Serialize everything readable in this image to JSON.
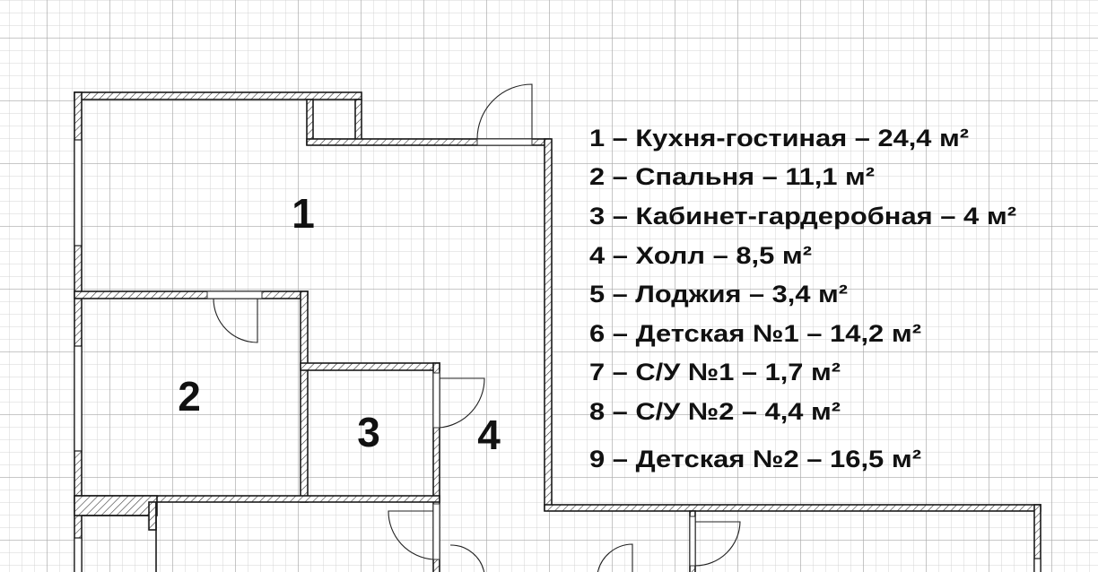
{
  "rooms": [
    {
      "number": "1",
      "label": "1 – Кухня-гостиная – 24,4 м²"
    },
    {
      "number": "2",
      "label": "2 – Спальня – 11,1 м²"
    },
    {
      "number": "3",
      "label": "3 – Кабинет-гардеробная – 4 м²"
    },
    {
      "number": "4",
      "label": "4 – Холл – 8,5 м²"
    },
    {
      "number": "5",
      "label": "5 – Лоджия – 3,4 м²"
    },
    {
      "number": "6",
      "label": "6 – Детская №1 – 14,2 м²"
    },
    {
      "number": "7",
      "label": "7 – С/У №1 – 1,7 м²"
    },
    {
      "number": "8",
      "label": "8 – С/У №2 – 4,4 м²"
    },
    {
      "number": "9",
      "label": "9 – Детская №2 – 16,5 м²"
    }
  ],
  "colors": {
    "grid_minor": "#d4d4d4",
    "grid_major": "#a8a8a8",
    "wall": "#1a1a1a"
  }
}
